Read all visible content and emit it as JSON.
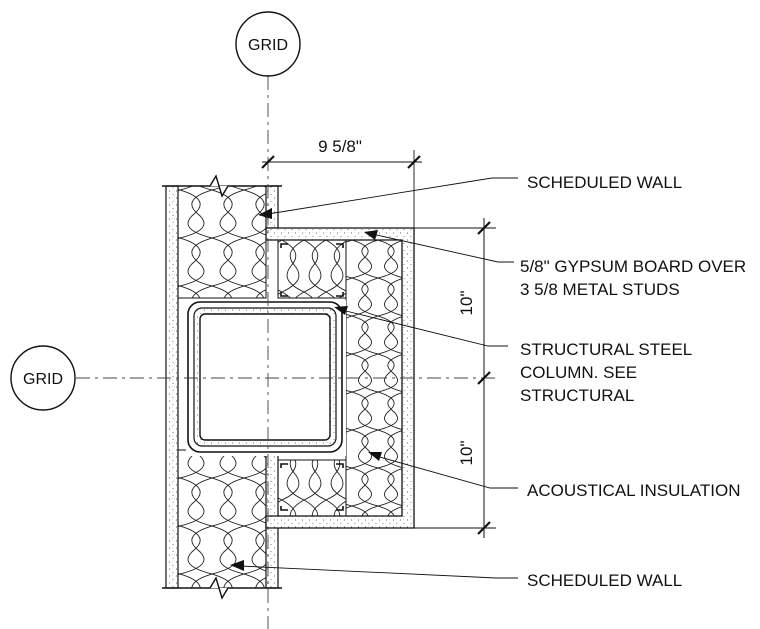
{
  "grid_label": "GRID",
  "dimensions": {
    "width": "9 5/8\"",
    "upper_half": "10\"",
    "lower_half": "10\""
  },
  "callouts": {
    "scheduled_wall_top": "SCHEDULED WALL",
    "gypsum_line1": "5/8\" GYPSUM BOARD OVER",
    "gypsum_line2": "3 5/8 METAL STUDS",
    "column_line1": "STRUCTURAL STEEL",
    "column_line2": "COLUMN.  SEE",
    "column_line3": "STRUCTURAL",
    "insulation": "ACOUSTICAL INSULATION",
    "scheduled_wall_bottom": "SCHEDULED WALL"
  }
}
